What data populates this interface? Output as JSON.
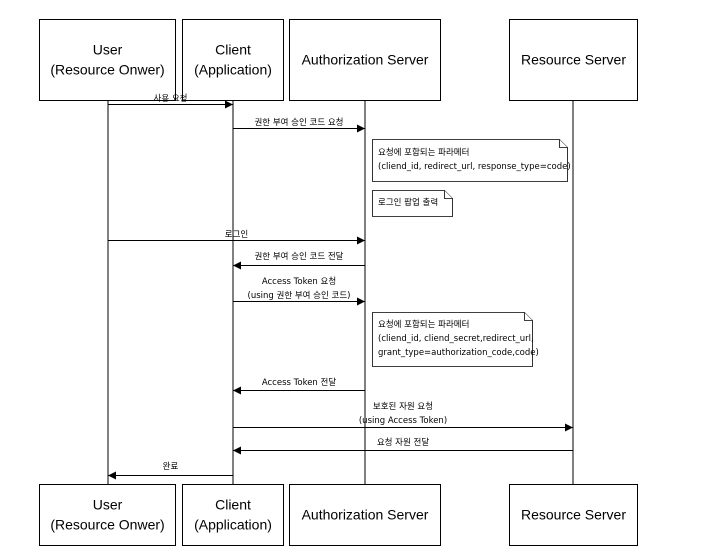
{
  "participants": [
    {
      "id": "user",
      "lines": [
        "User",
        "(Resource Onwer)"
      ]
    },
    {
      "id": "client",
      "lines": [
        "Client",
        "(Application)"
      ]
    },
    {
      "id": "auth",
      "lines": [
        "Authorization Server"
      ]
    },
    {
      "id": "resource",
      "lines": [
        "Resource Server"
      ]
    }
  ],
  "messages": [
    {
      "id": "msg-1",
      "from": "user",
      "to": "client",
      "lines": [
        "사용 요청"
      ]
    },
    {
      "id": "msg-2",
      "from": "client",
      "to": "auth",
      "lines": [
        "권한 부여 승인 코드 요청"
      ]
    },
    {
      "id": "msg-3",
      "from": "user",
      "to": "auth",
      "lines": [
        "로그인"
      ]
    },
    {
      "id": "msg-4",
      "from": "auth",
      "to": "client",
      "lines": [
        "권한 부여 승인 코드 전달"
      ]
    },
    {
      "id": "msg-5",
      "from": "client",
      "to": "auth",
      "lines": [
        "Access Token 요청",
        "(using 권한 부여 승인 코드)"
      ]
    },
    {
      "id": "msg-6",
      "from": "auth",
      "to": "client",
      "lines": [
        "Access Token 전달"
      ]
    },
    {
      "id": "msg-7",
      "from": "client",
      "to": "resource",
      "lines": [
        "보호된 자원 요청",
        "(using Access Token)"
      ]
    },
    {
      "id": "msg-8",
      "from": "resource",
      "to": "client",
      "lines": [
        "요청 자원 전달"
      ]
    },
    {
      "id": "msg-9",
      "from": "client",
      "to": "user",
      "lines": [
        "완료"
      ]
    }
  ],
  "notes": [
    {
      "id": "note-1",
      "lines": [
        "요청에 포함되는 파라메터",
        "(cliend_id, redirect_url, response_type=code)"
      ]
    },
    {
      "id": "note-2",
      "lines": [
        "로그인 팝업 출력"
      ]
    },
    {
      "id": "note-3",
      "lines": [
        "요청에 포함되는 파라메터",
        "(cliend_id, cliend_secret,redirect_url,",
        "grant_type=authorization_code,code)"
      ]
    }
  ]
}
